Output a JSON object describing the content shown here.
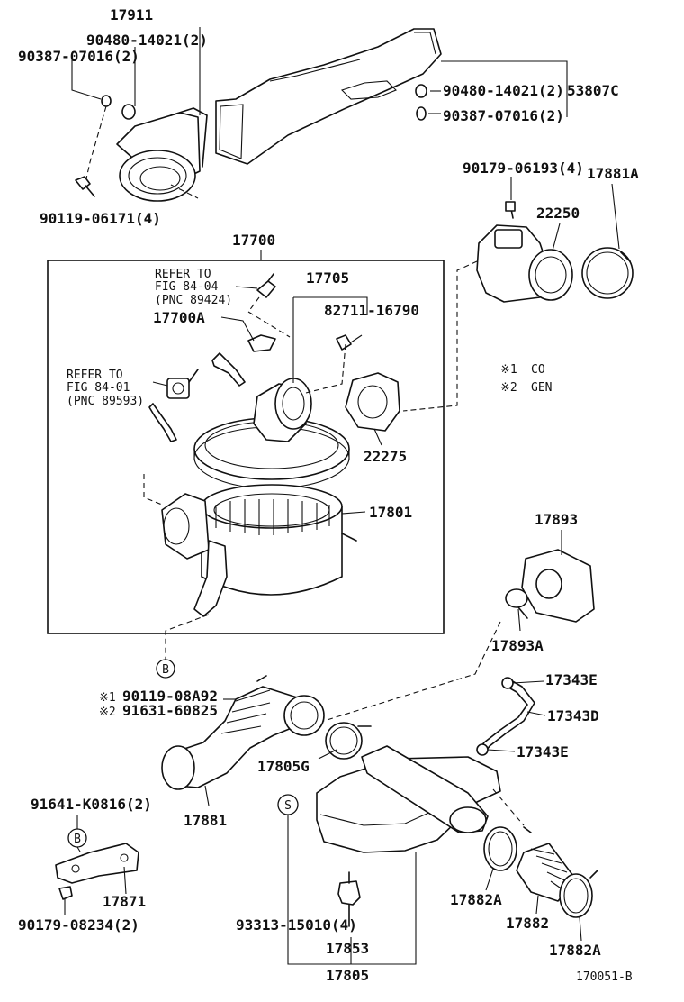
{
  "labels": {
    "p17911": "17911",
    "p90480_top": "90480-14021(2)",
    "p90387_top": "90387-07016(2)",
    "p90480_right": "90480-14021(2)",
    "p53807c": "53807C",
    "p90387_right": "90387-07016(2)",
    "p90119_06171": "90119-06171(4)",
    "p90179_06193": "90179-06193(4)",
    "p17881a": "17881A",
    "p22250": "22250",
    "p17700": "17700",
    "p17705": "17705",
    "p82711": "82711-16790",
    "p17700a": "17700A",
    "p22275": "22275",
    "p17801": "17801",
    "p17893": "17893",
    "p17893a": "17893A",
    "p17343e_top": "17343E",
    "p17343d": "17343D",
    "p17343e_bot": "17343E",
    "p90119_08a92": "90119-08A92",
    "p91631": "91631-60825",
    "p17805g": "17805G",
    "p17881": "17881",
    "p91641": "91641-K0816(2)",
    "p17871": "17871",
    "p90179_08234": "90179-08234(2)",
    "p93313": "93313-15010(4)",
    "p17853": "17853",
    "p17805": "17805",
    "p17882a_left": "17882A",
    "p17882": "17882",
    "p17882a_right": "17882A"
  },
  "refs": {
    "ref1_line1": "REFER TO",
    "ref1_line2": "FIG 84-04",
    "ref1_line3": "(PNC 89424)",
    "ref2_line1": "REFER TO",
    "ref2_line2": "FIG 84-01",
    "ref2_line3": "(PNC 89593)"
  },
  "legend": {
    "co_mark": "※1",
    "co_text": "CO",
    "gen_mark": "※2",
    "gen_text": "GEN"
  },
  "markers": {
    "mark1": "※1",
    "mark2": "※2",
    "callout_b_top": "B",
    "callout_b_bottom": "B",
    "callout_s": "S"
  },
  "footer": {
    "figure_code": "170051-B"
  }
}
